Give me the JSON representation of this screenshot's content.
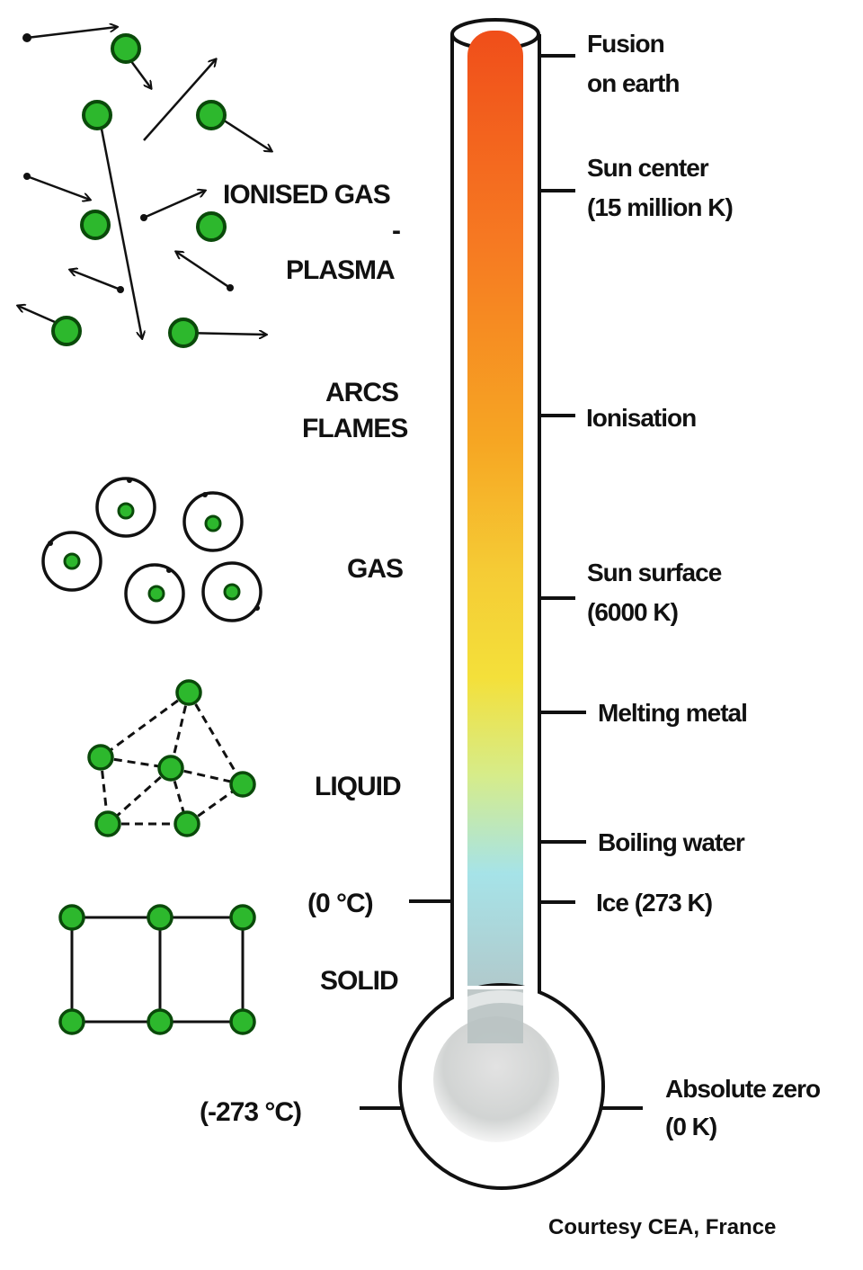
{
  "diagram": {
    "states": {
      "plasma_line1": "IONISED GAS",
      "plasma_line2": "-",
      "plasma_line3": "PLASMA",
      "arcs_line1": "ARCS",
      "arcs_line2": "FLAMES",
      "gas": "GAS",
      "liquid": "LIQUID",
      "solid": "SOLID"
    },
    "left_markers": {
      "freezing": "(0 °C)",
      "absolute_zero": "(-273 °C)"
    },
    "right_markers": {
      "fusion_line1": "Fusion",
      "fusion_line2": "on earth",
      "sun_center_line1": "Sun center",
      "sun_center_line2": "(15 million K)",
      "ionisation": "Ionisation",
      "sun_surface_line1": "Sun surface",
      "sun_surface_line2": "(6000  K)",
      "melting_metal": "Melting metal",
      "boiling_water": "Boiling water",
      "ice": "Ice  (273 K)",
      "absolute_zero_line1": "Absolute zero",
      "absolute_zero_line2": "(0 K)"
    },
    "courtesy": "Courtesy CEA, France",
    "colors": {
      "particle_fill": "#2db82d",
      "particle_dark": "#0a4a0a",
      "thermo_hot": "#f05a1e",
      "thermo_warm": "#f6a623",
      "thermo_mid": "#f4e03a",
      "thermo_cool": "#a6e3e8",
      "thermo_cold": "#b9c2c2"
    }
  }
}
